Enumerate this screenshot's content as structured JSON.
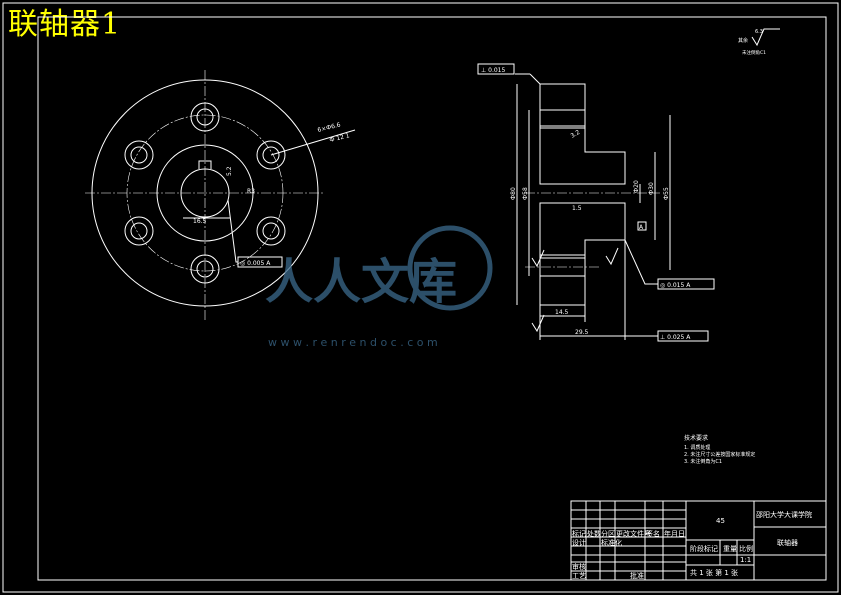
{
  "title": "联轴器1",
  "watermark": {
    "brand": "人人文库",
    "url": "w w w . r e n r e n d o c . c o m"
  },
  "front_view": {
    "dim_holes": "6×Ф6.6",
    "dim_pcd": "Ф 12 1",
    "dim_keyway_w": "16.5",
    "dim_keyway_t": "5.2",
    "dim_r": "R3",
    "tol_frame": "◎ 0.005 A"
  },
  "section_view": {
    "tol_top": "⊥ 0.015",
    "dim_d80": "Ф80",
    "dim_d58": "Ф58",
    "dim_d30": "Ф30",
    "dim_d55": "Ф55",
    "dim_d20": "Ф20",
    "dim_15": "1.5",
    "dim_14_5": "14.5",
    "dim_29_5": "29.5",
    "dim_chamfer": "3.2",
    "tol_right": "◎ 0.015 A",
    "tol_bottom": "⊥ 0.025 A",
    "datum": "A"
  },
  "roughness_note": {
    "value": "6.3",
    "prefix": "其余",
    "remark": "未注倒角C1"
  },
  "tech_notes": {
    "heading": "技术要求",
    "lines": [
      "1. 调质处理",
      "2. 未注尺寸公差按国家标准规定",
      "3. 未注倒角为C1"
    ]
  },
  "title_block": {
    "school": "邵阳大学大课学院",
    "part_name": "联轴器",
    "material": "45",
    "scale": "1:1",
    "sheet": "共 1 张   第 1 张",
    "headers": [
      "标记",
      "处数",
      "分区",
      "更改文件号",
      "签名",
      "年月日"
    ],
    "rows": [
      "设计",
      "审核",
      "工艺"
    ],
    "standardize": "标准化",
    "approve": "批准",
    "stage": "阶段标记",
    "weight": "重量",
    "ratio": "比例"
  }
}
